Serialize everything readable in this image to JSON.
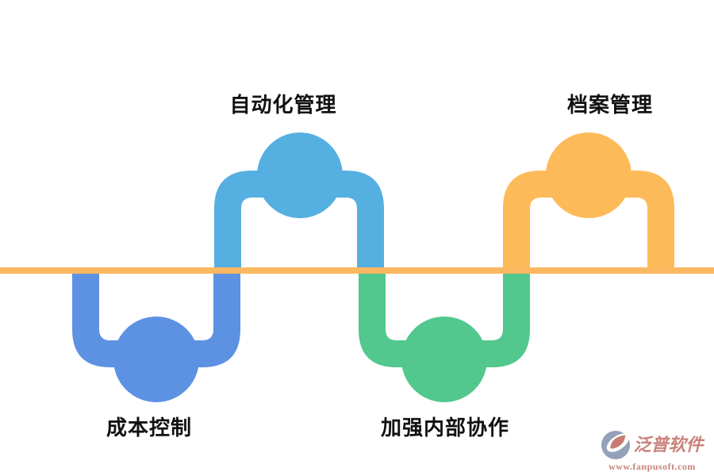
{
  "diagram": {
    "type": "wave-timeline",
    "baseline_color": "#FBB860",
    "label_color": "#111111",
    "items": [
      {
        "id": "cost-control",
        "label": "成本控制",
        "color": "#5D92E3",
        "position": "below-line"
      },
      {
        "id": "automation",
        "label": "自动化管理",
        "color": "#56AFE1",
        "position": "above-line"
      },
      {
        "id": "collaboration",
        "label": "加强内部协作",
        "color": "#52C78E",
        "position": "below-line"
      },
      {
        "id": "archive",
        "label": "档案管理",
        "color": "#FDBA58",
        "position": "above-line"
      }
    ]
  },
  "watermark": {
    "brand": "泛普软件",
    "url": "www.fanpusoft.com",
    "text_color": "#C9827A",
    "icon_gray": "#94A1B8",
    "icon_red": "#C97B72"
  }
}
